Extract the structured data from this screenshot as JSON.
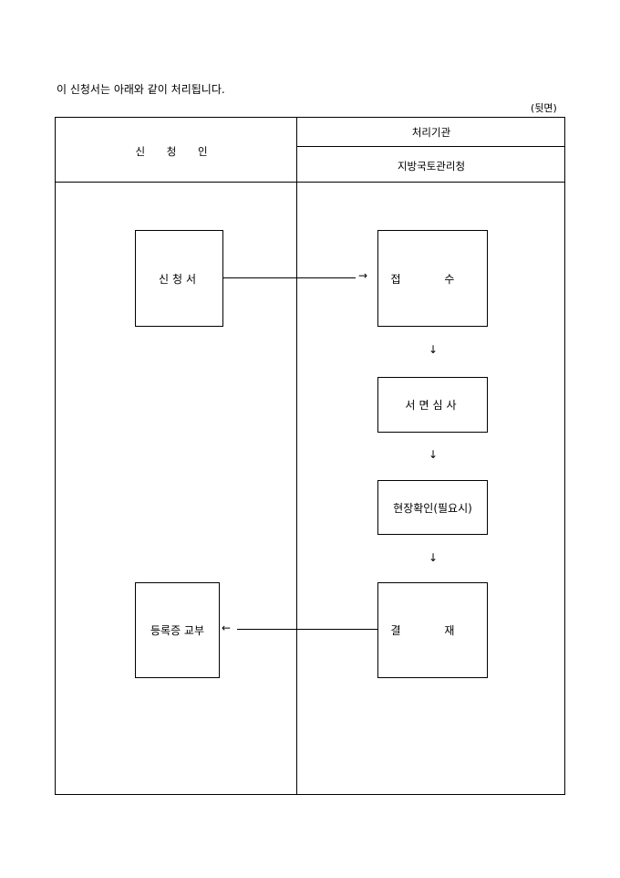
{
  "intro_text": "이 신청서는 아래와 같이 처리됩니다.",
  "side_label": "(뒷면)",
  "header": {
    "applicant": "신 청 인",
    "processing_org_label": "처리기관",
    "processing_org": "지방국토관리청"
  },
  "flow": {
    "application": "신청서",
    "receipt": "접 수",
    "document_review": "서면심사",
    "site_check": "현장확인(필요시)",
    "approval": "결 재",
    "issue": "등록증 교부"
  },
  "arrows": {
    "right": "→",
    "down": "↓",
    "left": "←"
  }
}
